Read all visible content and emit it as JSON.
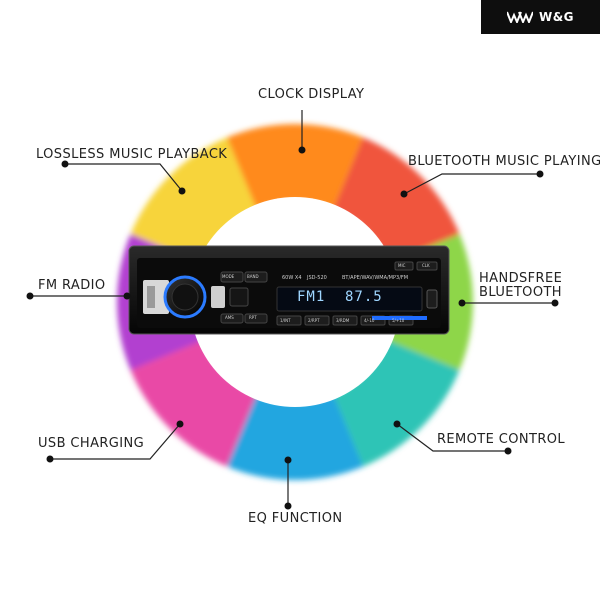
{
  "brand": {
    "logo_icon": "ww-logo-icon",
    "name": "W&G"
  },
  "colors": {
    "segments": [
      "#ff8a1c",
      "#f0543e",
      "#8ed64a",
      "#2ec4b6",
      "#22a6e0",
      "#e94aa6",
      "#b23fd0",
      "#f7d43a"
    ]
  },
  "features": {
    "clock_display": "CLOCK DISPLAY",
    "lossless_music": "LOSSLESS MUSIC PLAYBACK",
    "bluetooth_music": "BLUETOOTH MUSIC PLAYING",
    "fm_radio": "FM RADIO",
    "handsfree_line1": "HANDSFREE",
    "handsfree_line2": "BLUETOOTH",
    "usb_charging": "USB CHARGING",
    "remote_control": "REMOTE CONTROL",
    "eq_function": "EQ FUNCTION"
  },
  "stereo": {
    "model_left": "60W X4",
    "model_right": "JSD-520",
    "format_text": "BT/APE/WAV/WMA/MP3/FM",
    "display_band": "FM1",
    "display_freq": "87.5",
    "btn_mode": "MODE",
    "btn_band": "BAND",
    "btn_ams": "AMS",
    "btn_rpt": "RPT",
    "btn_1": "1/INT",
    "btn_2": "2/RPT",
    "btn_3": "3/RDM",
    "btn_4": "4/-10",
    "btn_5": "5/+10",
    "btn_mic": "MIC",
    "btn_clk": "CLK"
  }
}
